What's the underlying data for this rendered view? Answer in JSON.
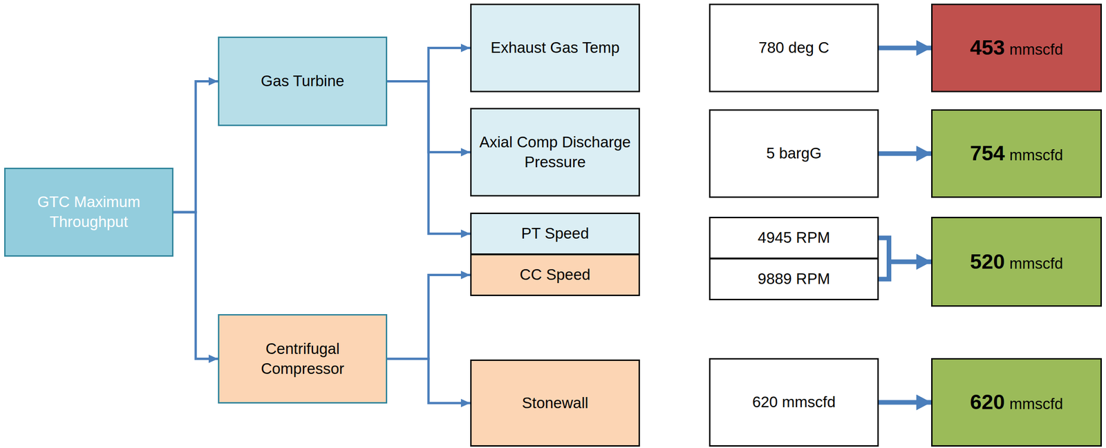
{
  "diagram": {
    "nodes": [
      {
        "text": [
          "GTC Maximum Throughput"
        ]
      },
      {
        "text": [
          "Gas Turbine"
        ]
      },
      {
        "text": [
          "Centrifugal Compressor"
        ]
      },
      {
        "text": [
          "Exhaust Gas Temp"
        ]
      },
      {
        "text": [
          "Axial Comp Discharge Pressure"
        ]
      },
      {
        "text": [
          "PT Speed"
        ]
      },
      {
        "text": [
          "CC Speed"
        ]
      },
      {
        "text": [
          "Stonewall"
        ]
      },
      {
        "text": [
          "780 deg C"
        ]
      },
      {
        "text": [
          "5 bargG"
        ]
      },
      {
        "text": [
          "4945 RPM"
        ]
      },
      {
        "text": [
          "9889 RPM"
        ]
      },
      {
        "text": [
          "620 mmscfd"
        ]
      },
      {
        "text": [
          "453",
          "mmscfd"
        ]
      },
      {
        "text": [
          "754",
          "mmscfd"
        ]
      },
      {
        "text": [
          "520",
          "mmscfd"
        ]
      },
      {
        "text": [
          "620",
          "mmscfd"
        ]
      }
    ],
    "edges": [
      {
        "from": 0,
        "to": 1,
        "arrow": "to"
      },
      {
        "from": 0,
        "to": 2,
        "arrow": "to"
      },
      {
        "from": 1,
        "to": 3,
        "arrow": "to"
      },
      {
        "from": 1,
        "to": 4,
        "arrow": "to"
      },
      {
        "from": 1,
        "to": 5,
        "arrow": "to"
      },
      {
        "from": 2,
        "to": 6,
        "arrow": "to"
      },
      {
        "from": 2,
        "to": 7,
        "arrow": "to"
      },
      {
        "from": 8,
        "to": 13,
        "arrow": "to"
      },
      {
        "from": 9,
        "to": 14,
        "arrow": "to"
      },
      {
        "from": 10,
        "to": 15,
        "arrow": "to"
      },
      {
        "from": 11,
        "to": 15,
        "arrow": "to"
      },
      {
        "from": 12,
        "to": 16,
        "arrow": "to"
      }
    ]
  }
}
